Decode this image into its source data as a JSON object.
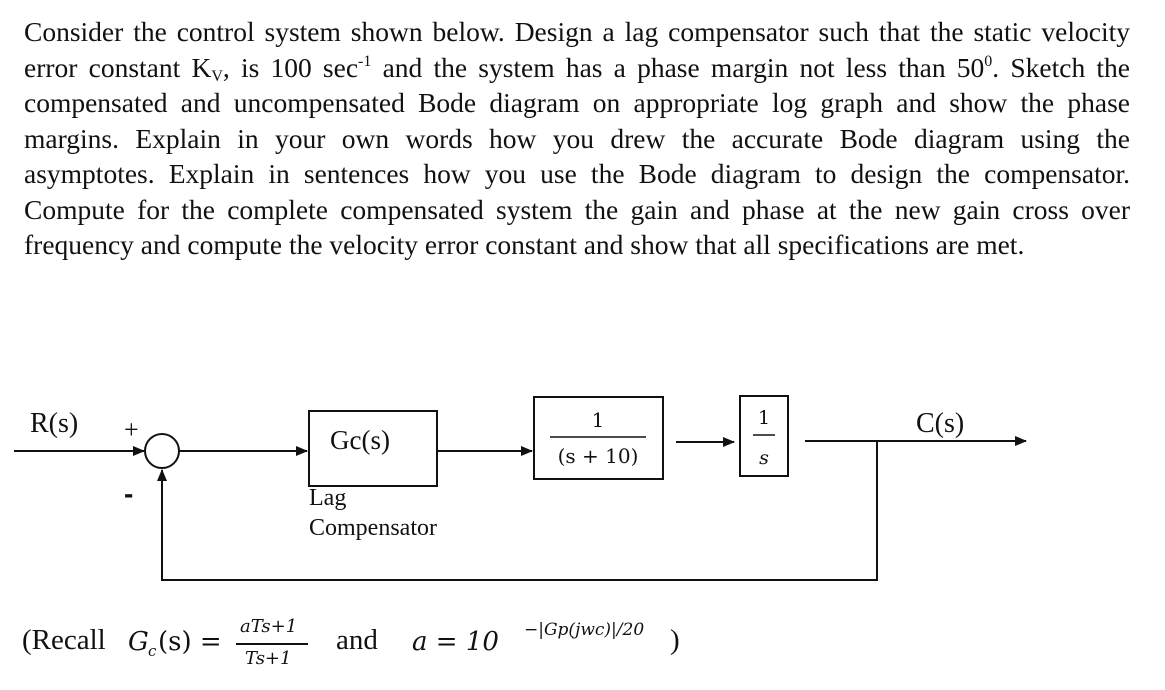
{
  "problem": {
    "intro": "Consider the control system shown below. Design a lag compensator such that the static velocity error constant K",
    "kv_subscript": "V",
    "mid1": ", is 100 sec",
    "sec_exponent": "-1",
    "mid2": " and the system has a phase margin not less than 50",
    "deg_exponent": "0",
    "rest": ". Sketch the compensated and uncompensated Bode diagram on appropriate log graph and show the phase margins. Explain in your own words how you drew the accurate Bode diagram using the asymptotes. Explain in sentences how you use the Bode diagram to design the compensator. Compute for the complete compensated system the gain and phase at the new gain cross over frequency and compute the velocity error constant and show that all specifications are met."
  },
  "diagram": {
    "input_label": "R(s)",
    "output_label": "C(s)",
    "plus_sign": "+",
    "minus_sign": "-",
    "compensator_block": "Gc(s)",
    "compensator_caption_line1": "Lag",
    "compensator_caption_line2": "Compensator",
    "plant_block_numerator": "1",
    "plant_block_denominator": "(s + 10)",
    "integrator_numerator": "1",
    "integrator_denominator": "s"
  },
  "recall": {
    "prefix": "(Recall",
    "gc_lhs": "G",
    "gc_sub": "c",
    "gc_arg": "(s) =",
    "numerator": "aTs+1",
    "denominator": "Ts+1",
    "and_text": "and",
    "a_lhs": "a = 10",
    "exponent": "−|Gp(jwc)|/20",
    "suffix": ")"
  }
}
